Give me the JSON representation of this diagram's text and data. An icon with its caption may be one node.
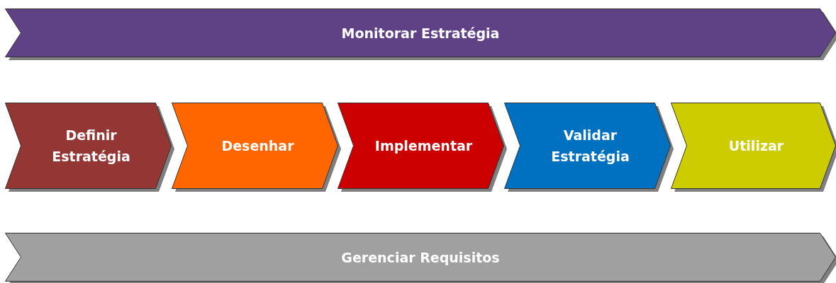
{
  "diagram": {
    "nodes": [
      {
        "text": [
          "Monitorar Estratégia"
        ]
      },
      {
        "text": [
          "Definir Estratégia"
        ]
      },
      {
        "text": [
          "Desenhar"
        ]
      },
      {
        "text": [
          "Implementar"
        ]
      },
      {
        "text": [
          "Validar Estratégia"
        ]
      },
      {
        "text": [
          "Utilizar"
        ]
      },
      {
        "text": [
          "Gerenciar Requisitos"
        ]
      }
    ]
  }
}
